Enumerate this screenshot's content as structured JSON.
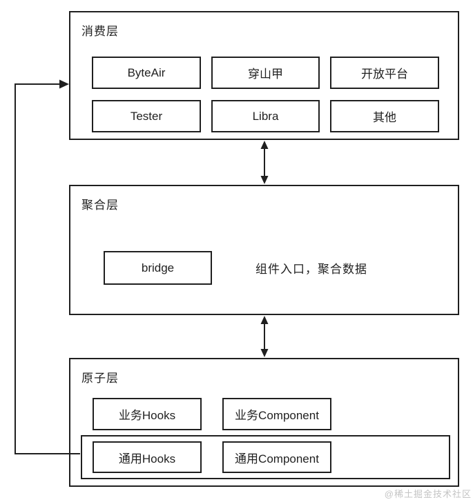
{
  "diagram": {
    "consumer_layer": {
      "label": "消费层",
      "items": [
        "ByteAir",
        "穿山甲",
        "开放平台",
        "Tester",
        "Libra",
        "其他"
      ]
    },
    "aggregation_layer": {
      "label": "聚合层",
      "bridge": "bridge",
      "note": "组件入口，聚合数据"
    },
    "atomic_layer": {
      "label": "原子层",
      "business_items": [
        "业务Hooks",
        "业务Component"
      ],
      "common_items": [
        "通用Hooks",
        "通用Component"
      ]
    },
    "colors": {
      "line": "#1f1f1f",
      "background": "#ffffff",
      "watermark": "#c4c4c4"
    },
    "watermark": "@稀土掘金技术社区"
  }
}
